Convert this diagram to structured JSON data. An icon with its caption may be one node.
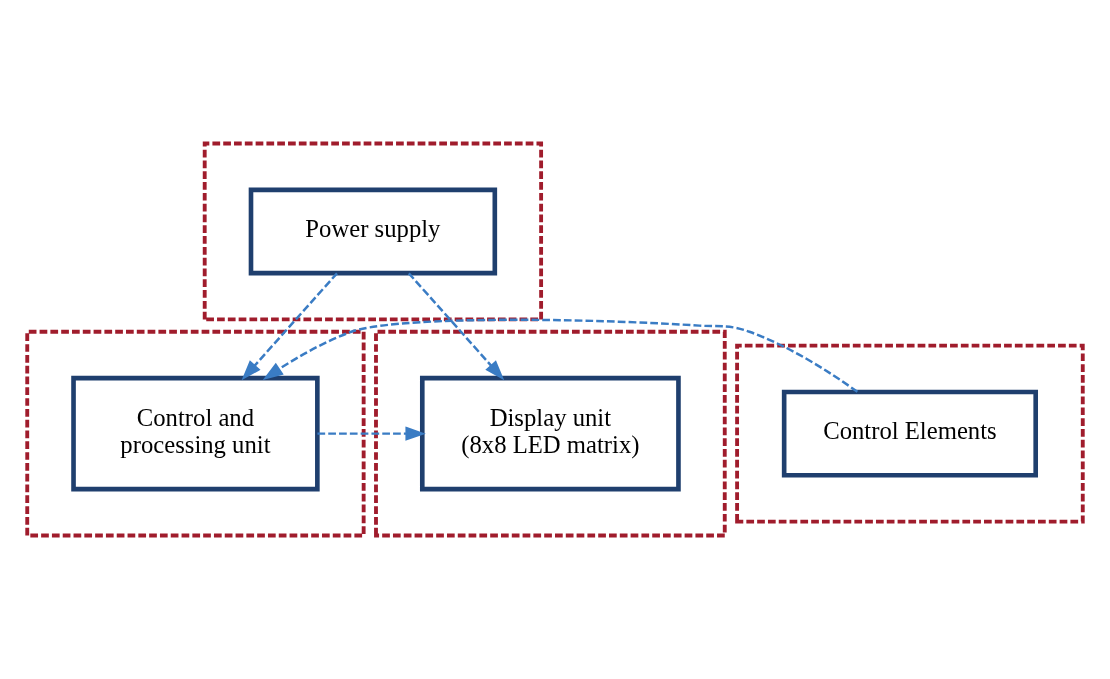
{
  "diagram": {
    "nodes": [
      {
        "text": [],
        "shape": "box"
      },
      {
        "text": [
          "Power supply"
        ],
        "in": 0
      },
      {
        "text": [],
        "shape": "box"
      },
      {
        "text": [
          "Control Elements"
        ],
        "in": 2
      },
      {
        "text": [],
        "shape": "box"
      },
      {
        "text": [
          "Control and processing unit"
        ],
        "in": 4
      },
      {
        "text": [],
        "shape": "box"
      },
      {
        "text": [
          "Display unit (8x8 LED matrix)"
        ],
        "in": 6
      }
    ],
    "edges": [
      {
        "from": 1,
        "to": 5,
        "arrow": "to",
        "style": "dashed"
      },
      {
        "from": 1,
        "to": 7,
        "arrow": "to",
        "style": "dashed"
      },
      {
        "from": 3,
        "to": 5,
        "arrow": "to",
        "style": "dashed"
      },
      {
        "from": 5,
        "to": 7,
        "arrow": "to",
        "style": "dashed"
      }
    ]
  }
}
